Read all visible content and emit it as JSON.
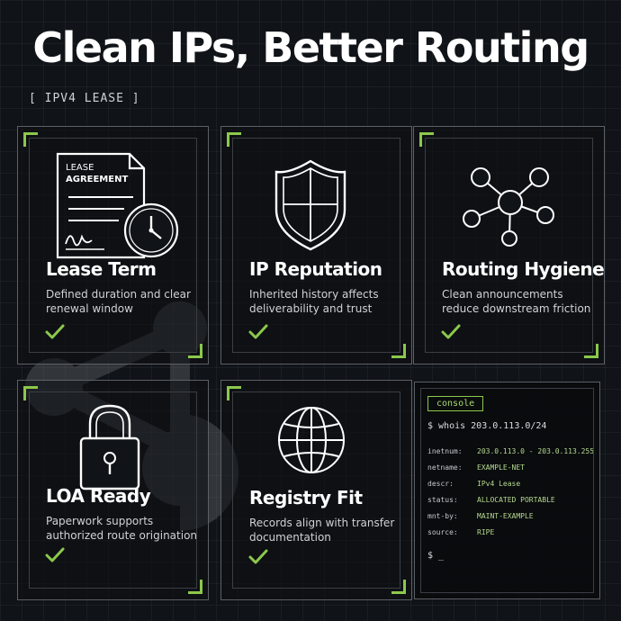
{
  "header": {
    "title": "Clean IPs, Better Routing",
    "tag": "[ IPV4 LEASE ]"
  },
  "colors": {
    "accent": "#8cc84b",
    "background": "#101317",
    "text": "#ffffff"
  },
  "cards": [
    {
      "icon": "lease-document-clock-icon",
      "title": "Lease Term",
      "desc": "Defined duration and clear renewal window",
      "doc_line1": "LEASE",
      "doc_line2": "AGREEMENT"
    },
    {
      "icon": "shield-icon",
      "title": "IP Reputation",
      "desc": "Inherited history affects deliverability and trust"
    },
    {
      "icon": "network-hub-icon",
      "title": "Routing Hygiene",
      "desc": "Clean announcements reduce downstream friction"
    },
    {
      "icon": "padlock-icon",
      "title": "LOA Ready",
      "desc": "Paperwork supports authorized route origination"
    },
    {
      "icon": "globe-icon",
      "title": "Registry Fit",
      "desc": "Records align with transfer documentation"
    }
  ],
  "console": {
    "label": "console",
    "command": "$ whois 203.0.113.0/24",
    "rows": [
      {
        "key": "inetnum:",
        "value": "203.0.113.0 - 203.0.113.255"
      },
      {
        "key": "netname:",
        "value": "EXAMPLE-NET"
      },
      {
        "key": "descr:",
        "value": "IPv4 Lease"
      },
      {
        "key": "status:",
        "value": "ALLOCATED PORTABLE"
      },
      {
        "key": "mnt-by:",
        "value": "MAINT-EXAMPLE"
      },
      {
        "key": "source:",
        "value": "RIPE"
      }
    ],
    "prompt": "$ _"
  }
}
